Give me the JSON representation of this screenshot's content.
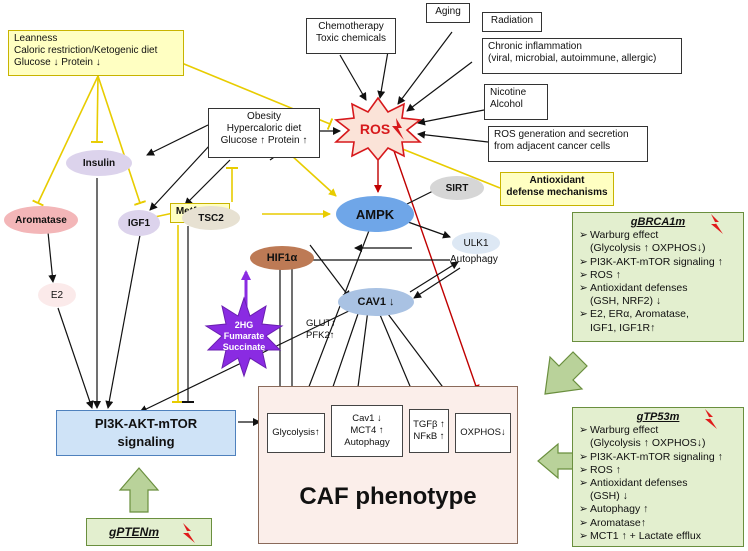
{
  "nodes": {
    "leanness": [
      "Leanness",
      "Caloric restriction/Ketogenic diet",
      "Glucose ↓  Protein ↓"
    ],
    "chemo": [
      "Chemotherapy",
      "Toxic chemicals"
    ],
    "aging": "Aging",
    "radiation": "Radiation",
    "inflammation": [
      "Chronic inflammation",
      "(viral, microbial, autoimmune, allergic)"
    ],
    "nicotine": [
      "Nicotine",
      "Alcohol"
    ],
    "ros_gen": [
      "ROS generation and secretion",
      "from adjacent cancer cells"
    ],
    "obesity": [
      "Obesity",
      "Hypercaloric diet",
      "Glucose ↑ Protein ↑"
    ],
    "ros": "ROS",
    "antioxidant": [
      "Antioxidant",
      "defense mechanisms"
    ],
    "sirt": "SIRT",
    "insulin": "Insulin",
    "aromatase": "Aromatase",
    "metformin": "Metformin",
    "ampk": "AMPK",
    "ulk1": "ULK1",
    "autophagy": "Autophagy",
    "igf1": "IGF1",
    "tsc2": "TSC2",
    "hif1a": "HIF1α",
    "e2": "E2",
    "cav1": "CAV1 ↓",
    "glut": [
      "GLUT↑",
      "PFK2↑"
    ],
    "star": [
      "2HG",
      "Fumarate",
      "Succinate"
    ],
    "pi3k": [
      "PI3K-AKT-mTOR",
      "signaling"
    ],
    "gpten": "gPTENm"
  },
  "caf": {
    "title": "CAF phenotype",
    "glycolysis": "Glycolysis↑",
    "cav1_box": [
      "Cav1 ↓",
      "MCT4 ↑",
      "Autophagy"
    ],
    "tgf_box": [
      "TGFβ ↑",
      "NFκB ↑"
    ],
    "oxphos": "OXPHOS↓"
  },
  "brca": {
    "title": "gBRCA1m",
    "items": [
      "Warburg effect",
      "(Glycolysis ↑ OXPHOS↓)",
      "PI3K-AKT-mTOR signaling ↑",
      "ROS ↑",
      "Antioxidant defenses",
      "(GSH, NRF2) ↓",
      "E2, ERα, Aromatase,",
      "IGF1, IGF1R↑"
    ],
    "bullets": [
      true,
      false,
      true,
      true,
      true,
      false,
      true,
      false
    ]
  },
  "tp53": {
    "title": "gTP53m",
    "items": [
      "Warburg effect",
      "(Glycolysis ↑ OXPHOS↓)",
      "PI3K-AKT-mTOR signaling ↑",
      "ROS ↑",
      "Antioxidant defenses",
      "(GSH)  ↓",
      "Autophagy ↑",
      "Aromatase↑",
      "MCT1 ↑ + Lactate efflux"
    ],
    "bullets": [
      true,
      false,
      true,
      true,
      true,
      false,
      true,
      true,
      true
    ]
  },
  "colors": {
    "yellow_box": "#ffffc2",
    "ros_fill": "#fbe3d8",
    "ros_text": "#d7191c",
    "ampk": "#6fa6e8",
    "green_panel": "#e3efcf",
    "star": "#8a2be2",
    "pi3k": "#cfe3f7",
    "caf": "#fbeeea"
  }
}
